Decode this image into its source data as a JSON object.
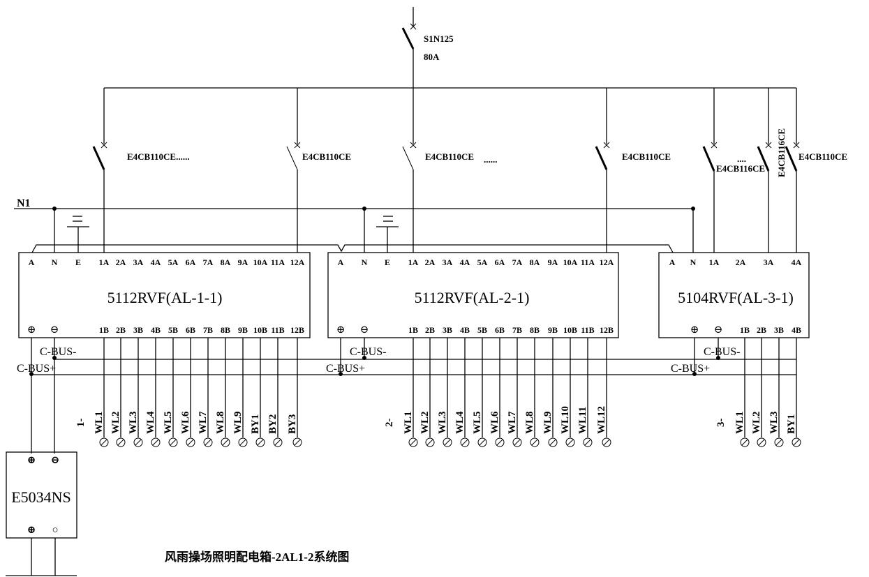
{
  "main_breaker": {
    "model": "S1N125",
    "rating": "80A"
  },
  "neutral_bus_label": "N1",
  "branch_breakers": [
    {
      "label": "E4CB110CE......",
      "feeds": "AL-1-1 1A"
    },
    {
      "label": "E4CB110CE",
      "feeds": "AL-1-1 12A"
    },
    {
      "label": "E4CB110CE",
      "feeds": "AL-2-1 1A"
    },
    {
      "label": "......",
      "feeds": ""
    },
    {
      "label": "E4CB110CE",
      "feeds": "AL-2-1 12A"
    },
    {
      "label": "E4CB116CE",
      "feeds": "AL-3-1 1A"
    },
    {
      "label": "....",
      "feeds": ""
    },
    {
      "label": "E4CB116CE",
      "feeds": "AL-3-1 3A"
    },
    {
      "label": "E4CB110CE",
      "feeds": "AL-3-1 4A"
    }
  ],
  "modules": [
    {
      "name": "5112RVF(AL-1-1)",
      "top_terminals": [
        "A",
        "N",
        "E",
        "1A",
        "2A",
        "3A",
        "4A",
        "5A",
        "6A",
        "7A",
        "8A",
        "9A",
        "10A",
        "11A",
        "12A"
      ],
      "bottom_terminals": [
        "⊕",
        "⊖",
        "1B",
        "2B",
        "3B",
        "4B",
        "5B",
        "6B",
        "7B",
        "8B",
        "9B",
        "10B",
        "11B",
        "12B"
      ],
      "bus_minus": "C-BUS-",
      "bus_plus": "C-BUS+",
      "circuit_prefix": "1-",
      "circuits": [
        "WL1",
        "WL2",
        "WL3",
        "WL4",
        "WL5",
        "WL6",
        "WL7",
        "WL8",
        "WL9",
        "BY1",
        "BY2",
        "BY3"
      ]
    },
    {
      "name": "5112RVF(AL-2-1)",
      "top_terminals": [
        "A",
        "N",
        "E",
        "1A",
        "2A",
        "3A",
        "4A",
        "5A",
        "6A",
        "7A",
        "8A",
        "9A",
        "10A",
        "11A",
        "12A"
      ],
      "bottom_terminals": [
        "⊕",
        "⊖",
        "1B",
        "2B",
        "3B",
        "4B",
        "5B",
        "6B",
        "7B",
        "8B",
        "9B",
        "10B",
        "11B",
        "12B"
      ],
      "bus_minus": "C-BUS-",
      "bus_plus": "C-BUS+",
      "circuit_prefix": "2-",
      "circuits": [
        "WL1",
        "WL2",
        "WL3",
        "WL4",
        "WL5",
        "WL6",
        "WL7",
        "WL8",
        "WL9",
        "WL10",
        "WL11",
        "WL12"
      ]
    },
    {
      "name": "5104RVF(AL-3-1)",
      "top_terminals": [
        "A",
        "N",
        "1A",
        "2A",
        "3A",
        "4A"
      ],
      "bottom_terminals": [
        "⊕",
        "⊖",
        "1B",
        "2B",
        "3B",
        "4B"
      ],
      "bus_minus": "C-BUS-",
      "bus_plus": "C-BUS+",
      "circuit_prefix": "3-",
      "circuits": [
        "WL1",
        "WL2",
        "WL3",
        "BY1"
      ]
    }
  ],
  "power_supply": {
    "model": "E5034NS",
    "top_terminals": [
      "⊕",
      "⊖"
    ],
    "bottom_terminals": [
      "⊕",
      "○"
    ]
  },
  "caption": "风雨操场照明配电箱-2AL1-2系统图"
}
